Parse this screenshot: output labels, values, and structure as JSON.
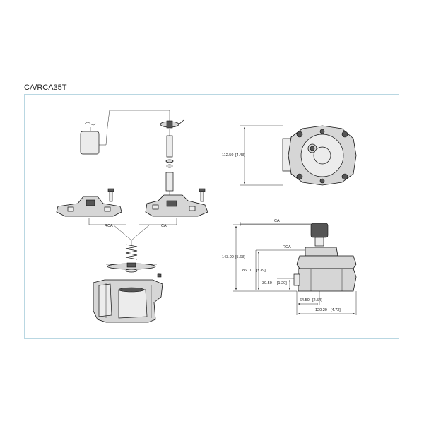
{
  "title": "CA/RCA35T",
  "colors": {
    "frame_border": "#b9d7e2",
    "line": "#111111",
    "part_fill": "#d6d6d6"
  },
  "exploded_view": {
    "left_cover_label": "RCA",
    "right_cover_label": "CA"
  },
  "top_view": {
    "height_dim": "112.50",
    "height_dim_in": "[4.43]"
  },
  "side_view": {
    "ca_label": "CA",
    "rca_label": "RCA",
    "dim_total_height": "143.00",
    "dim_total_height_in": "[5.63]",
    "dim_rca_height": "86.10",
    "dim_rca_height_in": "[3.39]",
    "dim_outlet_height": "30.50",
    "dim_outlet_height_in": "[1.20]",
    "dim_half_width": "64.50",
    "dim_half_width_in": "[2.54]",
    "dim_width": "120.20",
    "dim_width_in": "[4.73]"
  }
}
